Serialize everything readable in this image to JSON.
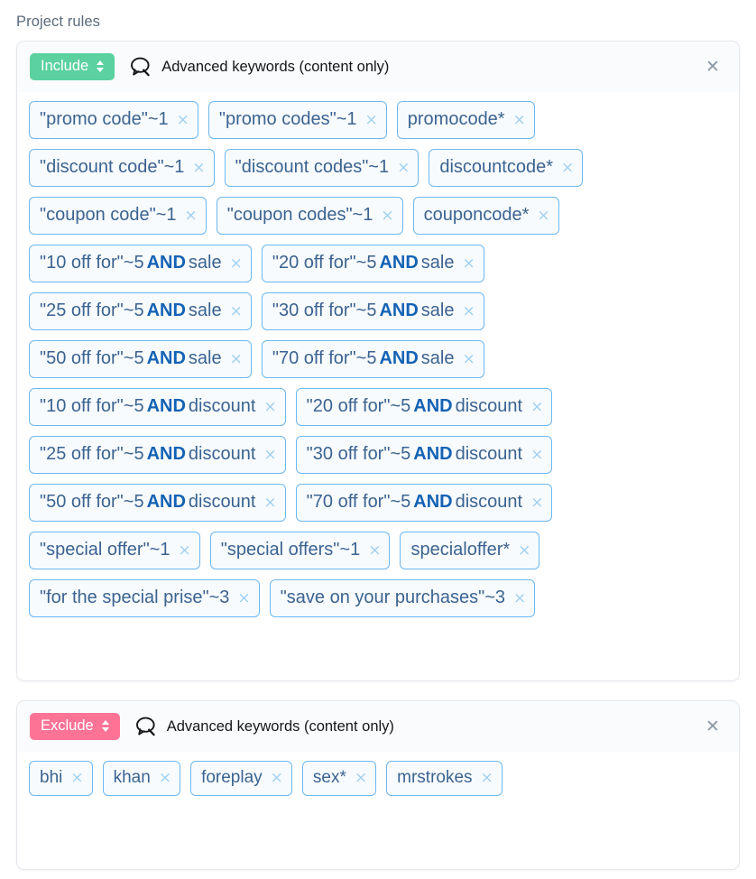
{
  "page": {
    "title": "Project rules"
  },
  "icons": {
    "bubble": "speech-bubble-search-icon",
    "close": "✕",
    "tag_remove": "×"
  },
  "colors": {
    "include_badge": "#5bd1a0",
    "exclude_badge": "#fc7396",
    "tag_border": "#6cb8f0",
    "tag_text": "#3b6390",
    "and_text": "#1462b4",
    "title_text": "#5b6b7c"
  },
  "cards": [
    {
      "mode": "Include",
      "mode_kind": "include",
      "type_label": "Advanced keywords (content only)",
      "rows": [
        [
          {
            "parts": [
              {
                "t": "\"promo code\"~1"
              }
            ]
          },
          {
            "parts": [
              {
                "t": "\"promo codes\"~1"
              }
            ]
          },
          {
            "parts": [
              {
                "t": "promocode*"
              }
            ]
          }
        ],
        [
          {
            "parts": [
              {
                "t": "\"discount code\"~1"
              }
            ]
          },
          {
            "parts": [
              {
                "t": "\"discount codes\"~1"
              }
            ]
          },
          {
            "parts": [
              {
                "t": "discountcode*"
              }
            ]
          }
        ],
        [
          {
            "parts": [
              {
                "t": "\"coupon code\"~1"
              }
            ]
          },
          {
            "parts": [
              {
                "t": "\"coupon codes\"~1"
              }
            ]
          },
          {
            "parts": [
              {
                "t": "couponcode*"
              }
            ]
          }
        ],
        [
          {
            "parts": [
              {
                "t": "\"10 off for\"~5 "
              },
              {
                "t": "AND",
                "and": true
              },
              {
                "t": " sale"
              }
            ]
          },
          {
            "parts": [
              {
                "t": "\"20 off for\"~5 "
              },
              {
                "t": "AND",
                "and": true
              },
              {
                "t": " sale"
              }
            ]
          }
        ],
        [
          {
            "parts": [
              {
                "t": "\"25 off for\"~5 "
              },
              {
                "t": "AND",
                "and": true
              },
              {
                "t": " sale"
              }
            ]
          },
          {
            "parts": [
              {
                "t": "\"30 off for\"~5 "
              },
              {
                "t": "AND",
                "and": true
              },
              {
                "t": " sale"
              }
            ]
          }
        ],
        [
          {
            "parts": [
              {
                "t": "\"50 off for\"~5 "
              },
              {
                "t": "AND",
                "and": true
              },
              {
                "t": " sale"
              }
            ]
          },
          {
            "parts": [
              {
                "t": "\"70 off for\"~5 "
              },
              {
                "t": "AND",
                "and": true
              },
              {
                "t": " sale"
              }
            ]
          }
        ],
        [
          {
            "parts": [
              {
                "t": "\"10 off for\"~5 "
              },
              {
                "t": "AND",
                "and": true
              },
              {
                "t": " discount"
              }
            ]
          },
          {
            "parts": [
              {
                "t": "\"20 off for\"~5 "
              },
              {
                "t": "AND",
                "and": true
              },
              {
                "t": " discount"
              }
            ]
          }
        ],
        [
          {
            "parts": [
              {
                "t": "\"25 off for\"~5 "
              },
              {
                "t": "AND",
                "and": true
              },
              {
                "t": " discount"
              }
            ]
          },
          {
            "parts": [
              {
                "t": "\"30 off for\"~5 "
              },
              {
                "t": "AND",
                "and": true
              },
              {
                "t": " discount"
              }
            ]
          }
        ],
        [
          {
            "parts": [
              {
                "t": "\"50 off for\"~5 "
              },
              {
                "t": "AND",
                "and": true
              },
              {
                "t": " discount"
              }
            ]
          },
          {
            "parts": [
              {
                "t": "\"70 off for\"~5 "
              },
              {
                "t": "AND",
                "and": true
              },
              {
                "t": " discount"
              }
            ]
          }
        ],
        [
          {
            "parts": [
              {
                "t": "\"special offer\"~1"
              }
            ]
          },
          {
            "parts": [
              {
                "t": "\"special offers\"~1"
              }
            ]
          },
          {
            "parts": [
              {
                "t": "specialoffer*"
              }
            ]
          }
        ],
        [
          {
            "parts": [
              {
                "t": "\"for the special prise\"~3"
              }
            ]
          },
          {
            "parts": [
              {
                "t": "\"save on your purchases\"~3"
              }
            ]
          }
        ]
      ]
    },
    {
      "mode": "Exclude",
      "mode_kind": "exclude",
      "type_label": "Advanced keywords (content only)",
      "rows": [
        [
          {
            "parts": [
              {
                "t": "bhi"
              }
            ]
          },
          {
            "parts": [
              {
                "t": "khan"
              }
            ]
          },
          {
            "parts": [
              {
                "t": "foreplay"
              }
            ]
          },
          {
            "parts": [
              {
                "t": "sex*"
              }
            ]
          },
          {
            "parts": [
              {
                "t": "mrstrokes"
              }
            ]
          }
        ]
      ]
    }
  ]
}
